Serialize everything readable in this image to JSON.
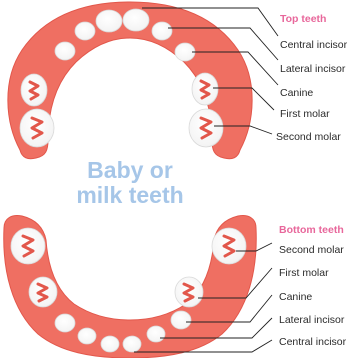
{
  "colors": {
    "gum": "#ef6f62",
    "gum_dark": "#e2574b",
    "tooth": "#ffffff",
    "tooth_edge": "#d9d9d9",
    "header": "#e8679b",
    "title": "#a6c6e8",
    "leader": "#222222"
  },
  "title": {
    "line1": "Baby or",
    "line2": "milk teeth"
  },
  "top": {
    "header": "Top teeth",
    "labels": [
      "Central incisor",
      "Lateral incisor",
      "Canine",
      "First molar",
      "Second molar"
    ]
  },
  "bottom": {
    "header": "Bottom teeth",
    "labels": [
      "Second molar",
      "First molar",
      "Canine",
      "Lateral incisor",
      "Central incisor"
    ]
  }
}
